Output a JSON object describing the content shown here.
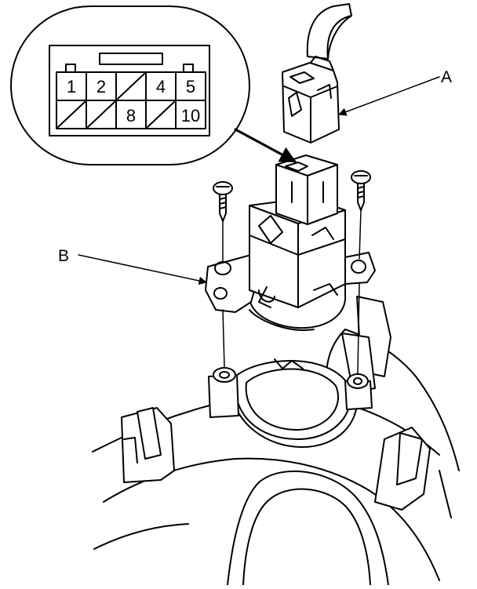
{
  "callouts": {
    "a": "A",
    "b": "B"
  },
  "connector": {
    "pins_top": [
      "1",
      "2",
      "",
      "4",
      "5"
    ],
    "pins_bottom": [
      "",
      "",
      "8",
      "",
      "10"
    ]
  },
  "colors": {
    "line": "#000000",
    "background": "#ffffff"
  }
}
